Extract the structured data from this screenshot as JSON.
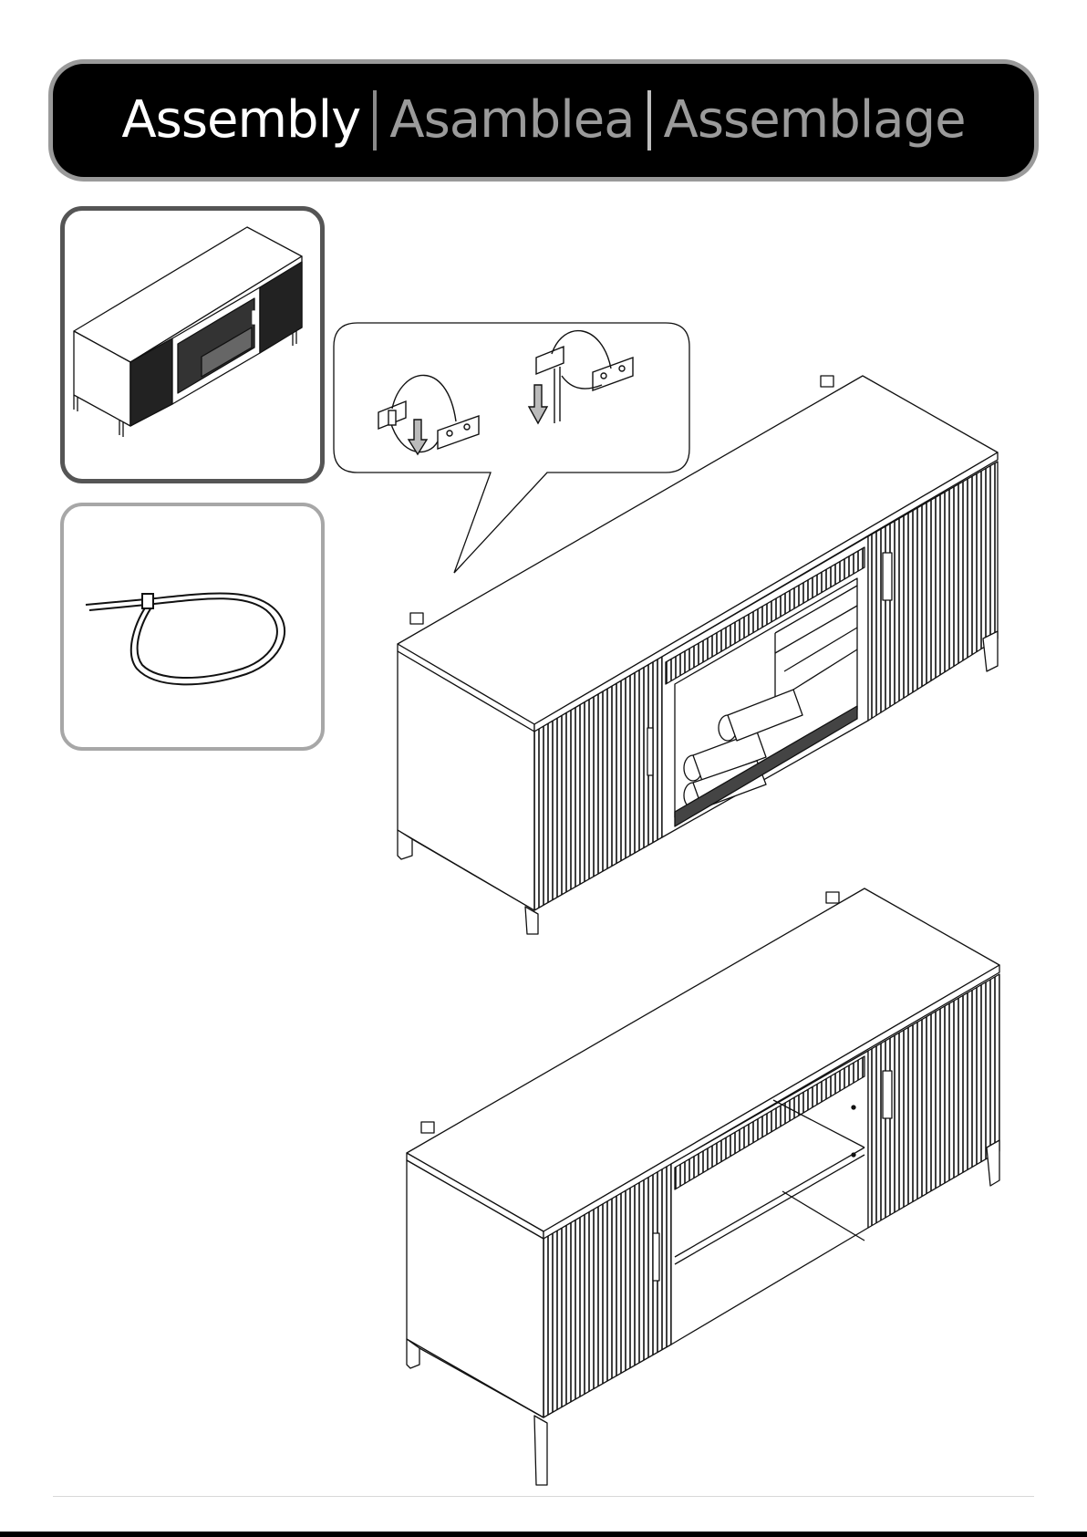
{
  "header": {
    "title_en": "Assembly",
    "title_es": "Asamblea",
    "title_fr": "Assemblage",
    "separator": "|"
  },
  "colors": {
    "header_bg": "#000000",
    "header_frame": "#9a9a9a",
    "title_primary": "#ffffff",
    "title_secondary": "#9b9b9b",
    "line": "#111111"
  },
  "icons": {
    "reference_thumbnail": "fireplace-console-icon",
    "hardware": "cable-tie-icon",
    "callout": "anti-tip-strap-detail-icon",
    "arrow": "arrow-down-icon"
  }
}
